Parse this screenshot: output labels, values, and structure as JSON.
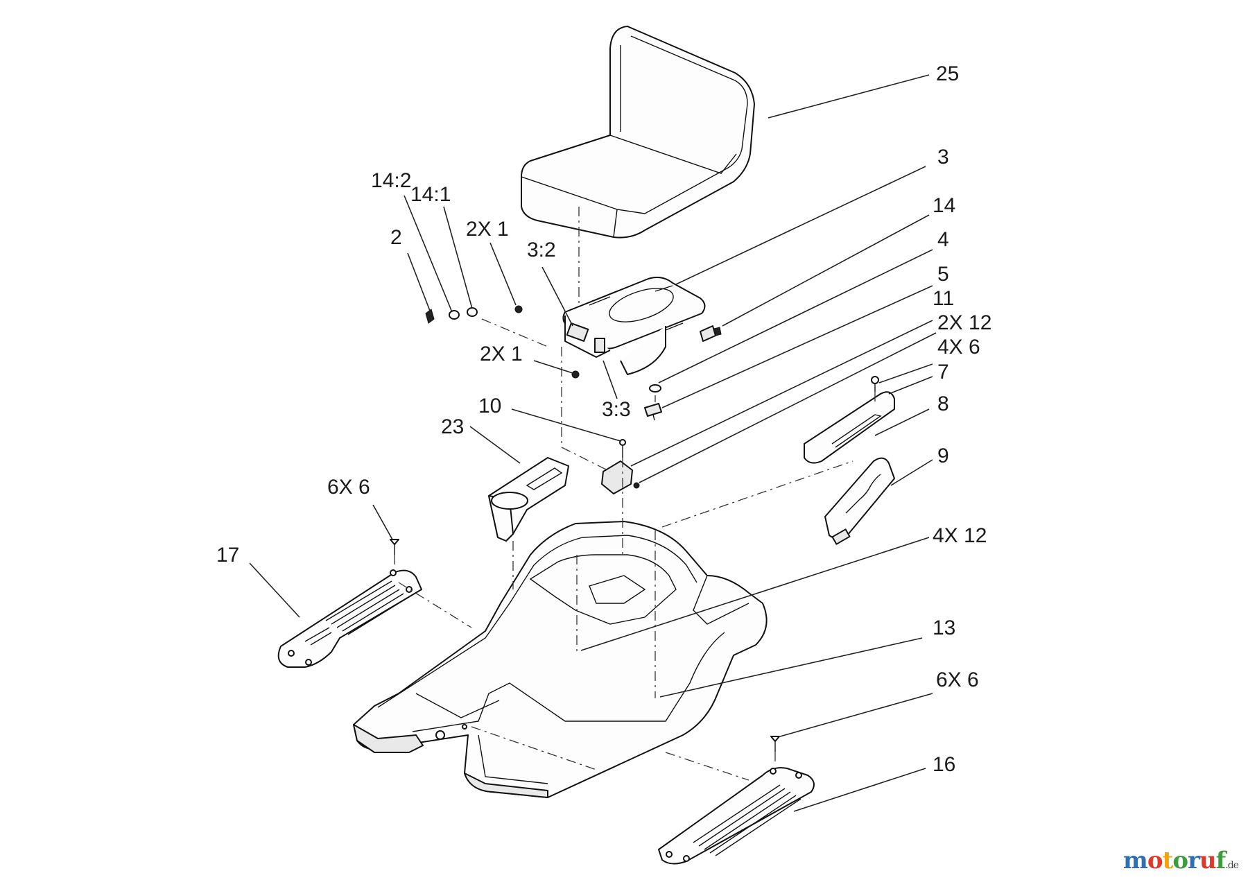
{
  "labels": {
    "l25": "25",
    "l3": "3",
    "l14": "14",
    "l4": "4",
    "l5": "5",
    "l11": "11",
    "l2x12": "2X 12",
    "l4x6": "4X 6",
    "l7": "7",
    "l8": "8",
    "l9": "9",
    "l4x12": "4X 12",
    "l13": "13",
    "l6x6b": "6X 6",
    "l16": "16",
    "l142": "14:2",
    "l141": "14:1",
    "l2": "2",
    "l2x1a": "2X 1",
    "l32": "3:2",
    "l2x1b": "2X 1",
    "l33": "3:3",
    "l10": "10",
    "l23": "23",
    "l6x6a": "6X 6",
    "l17": "17"
  },
  "watermark": {
    "letters": [
      "m",
      "o",
      "t",
      "o",
      "r",
      "u",
      "f"
    ],
    "colors": [
      "#2f6fb4",
      "#e0392b",
      "#f2a20c",
      "#3e9b3e",
      "#2f6fb4",
      "#e0392b",
      "#3e9b3e"
    ],
    "suffix": ".de"
  }
}
